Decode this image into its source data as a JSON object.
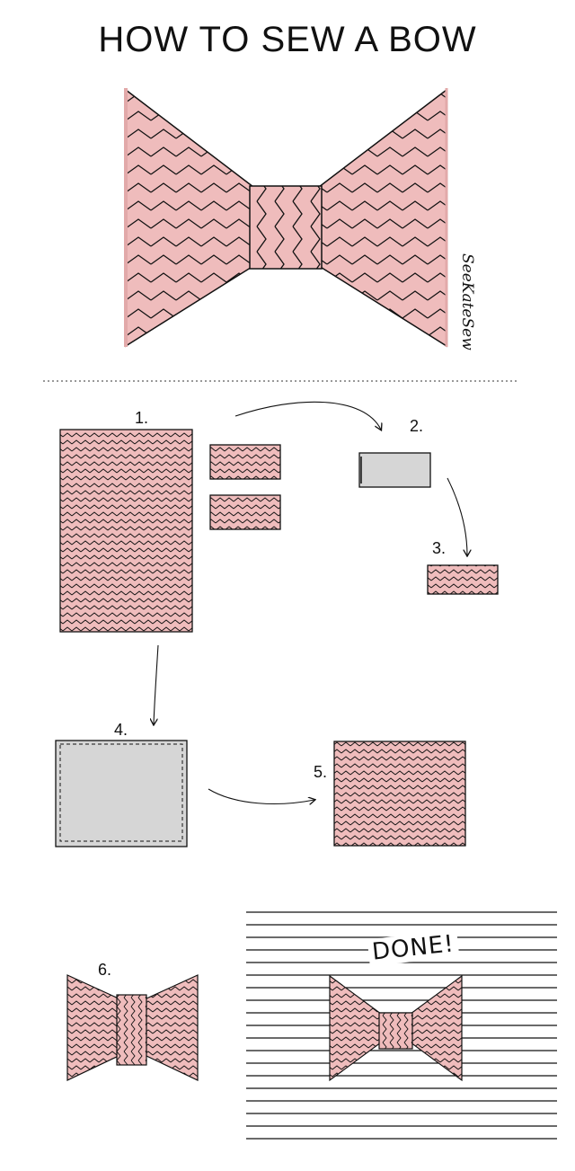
{
  "title": "HOW TO SEW A BOW",
  "watermark": "SeeKateSew",
  "steps": [
    {
      "label": "1."
    },
    {
      "label": "2."
    },
    {
      "label": "3."
    },
    {
      "label": "4."
    },
    {
      "label": "5."
    },
    {
      "label": "6."
    }
  ],
  "done_label": "DONE!",
  "colors": {
    "fabric_pink": "#efbcbc",
    "lining_gray": "#d6d6d6",
    "ink": "#111111"
  }
}
